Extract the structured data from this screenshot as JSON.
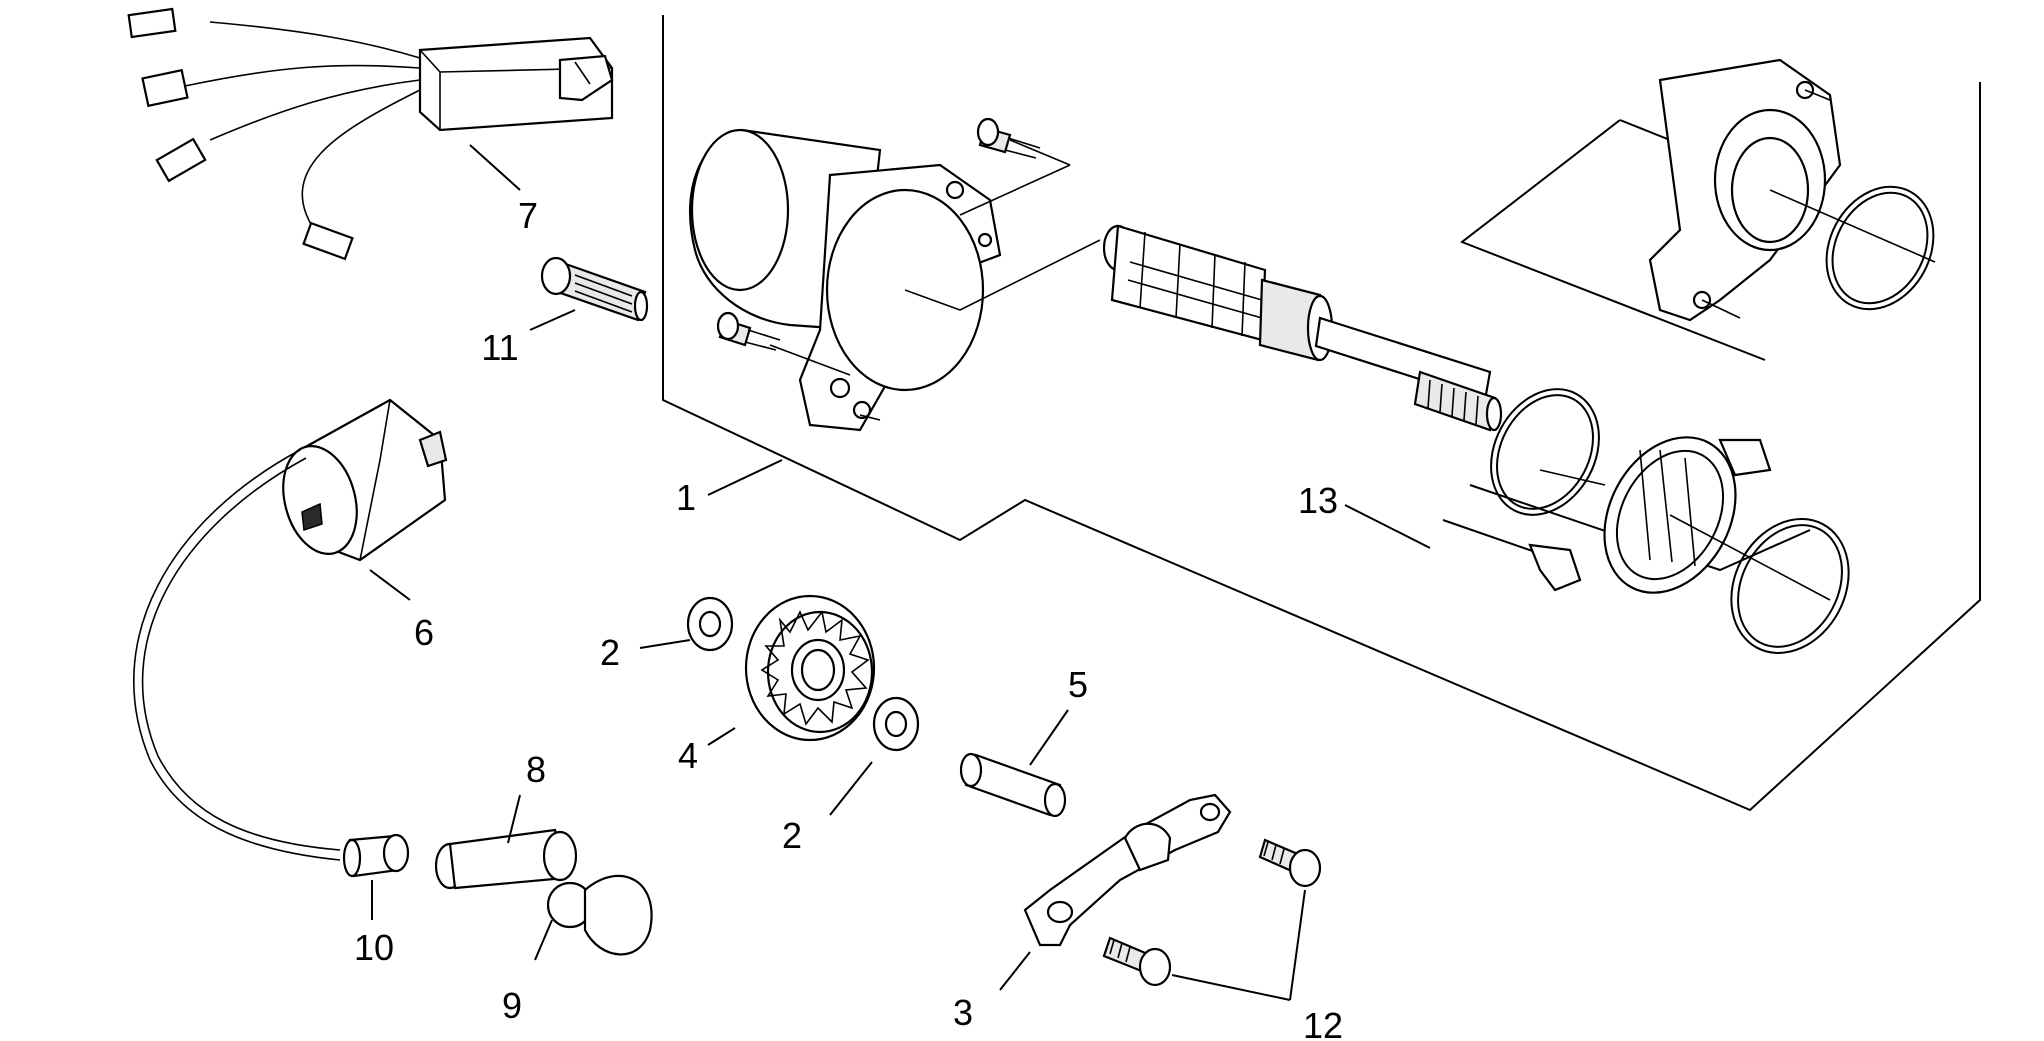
{
  "labels": {
    "n1": "1",
    "n2a": "2",
    "n2b": "2",
    "n3": "3",
    "n4": "4",
    "n5": "5",
    "n6": "6",
    "n7": "7",
    "n8": "8",
    "n9": "9",
    "n10": "10",
    "n11": "11",
    "n12": "12",
    "n13": "13"
  }
}
